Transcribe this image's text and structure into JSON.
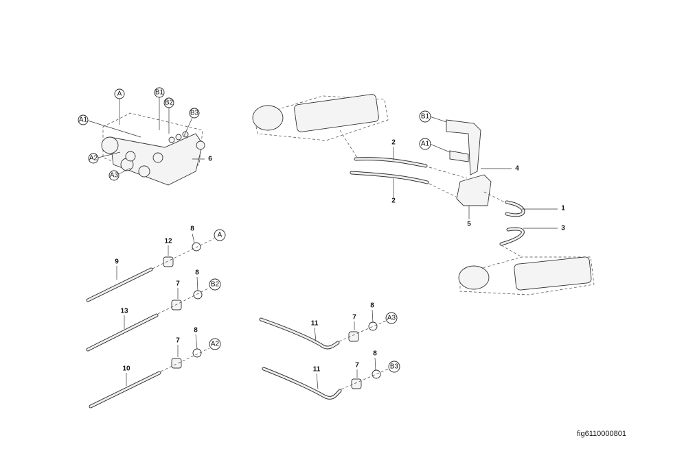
{
  "figure_id": "fig6110000801",
  "valve_block": {
    "callouts": [
      "A",
      "B1",
      "B2",
      "B3",
      "A1",
      "A2",
      "A3"
    ],
    "item": "6"
  },
  "cylinder_assembly": {
    "callouts": [
      "B1",
      "A1"
    ],
    "items": [
      "2",
      "2",
      "4",
      "1",
      "3",
      "5"
    ]
  },
  "hose_kits": [
    {
      "hose": "9",
      "adapter": "12",
      "seal": "8",
      "port": "A"
    },
    {
      "hose": "13",
      "adapter": "7",
      "seal": "8",
      "port": "B2"
    },
    {
      "hose": "10",
      "adapter": "7",
      "seal": "8",
      "port": "A2"
    },
    {
      "hose": "11",
      "adapter": "7",
      "seal": "8",
      "port": "A3"
    },
    {
      "hose": "11",
      "adapter": "7",
      "seal": "8",
      "port": "B3"
    }
  ]
}
